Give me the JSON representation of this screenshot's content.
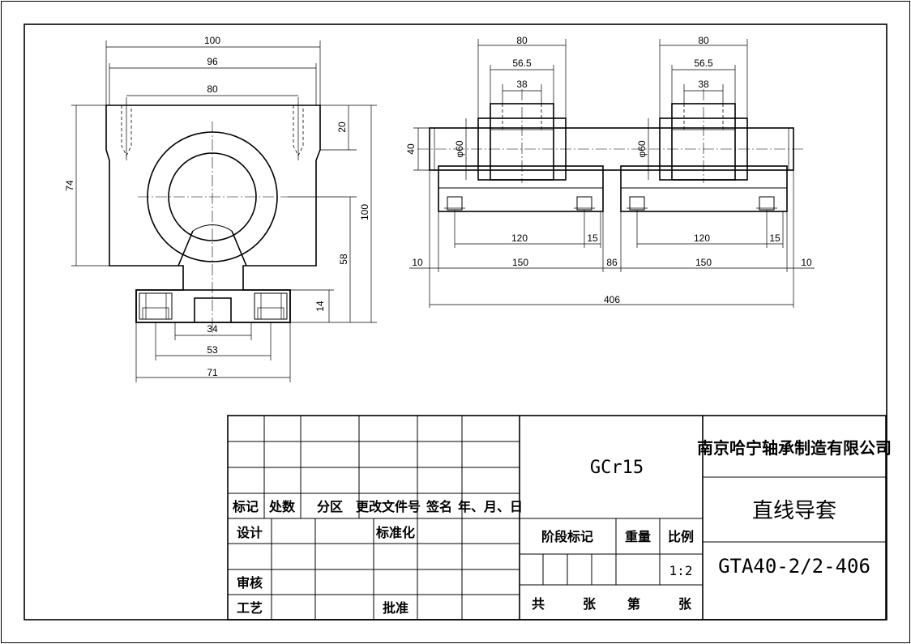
{
  "dimensions": {
    "left_view": {
      "w100": "100",
      "w96": "96",
      "w80": "80",
      "h20": "20",
      "h74": "74",
      "h100": "100",
      "h58": "58",
      "h14": "14",
      "w34": "34",
      "w53": "53",
      "w71": "71"
    },
    "right_view": {
      "a80": "80",
      "a565": "56.5",
      "a38": "38",
      "b80": "80",
      "b565": "56.5",
      "b38": "38",
      "h40": "40",
      "dia_a": "φ60",
      "dia_b": "φ60",
      "c120a": "120",
      "c15a": "15",
      "c120b": "120",
      "c15b": "15",
      "e10a": "10",
      "c150a": "150",
      "c86": "86",
      "c150b": "150",
      "e10b": "10",
      "total": "406"
    }
  },
  "title_block": {
    "material": "GCr15",
    "company": "南京哈宁轴承制造有限公司",
    "part_name": "直线导套",
    "part_number": "GTA40-2/2-406",
    "rev_headers": [
      "标记",
      "处数",
      "分区",
      "更改文件号",
      "签名",
      "年、月、日"
    ],
    "design": "设计",
    "standardize": "标准化",
    "review": "审核",
    "process": "工艺",
    "approve": "批准",
    "stage_mark": "阶段标记",
    "weight": "重量",
    "scale_label": "比例",
    "scale_value": "1:2",
    "sheet_total": "共",
    "sheet_unit1": "张",
    "sheet_no": "第",
    "sheet_unit2": "张"
  }
}
